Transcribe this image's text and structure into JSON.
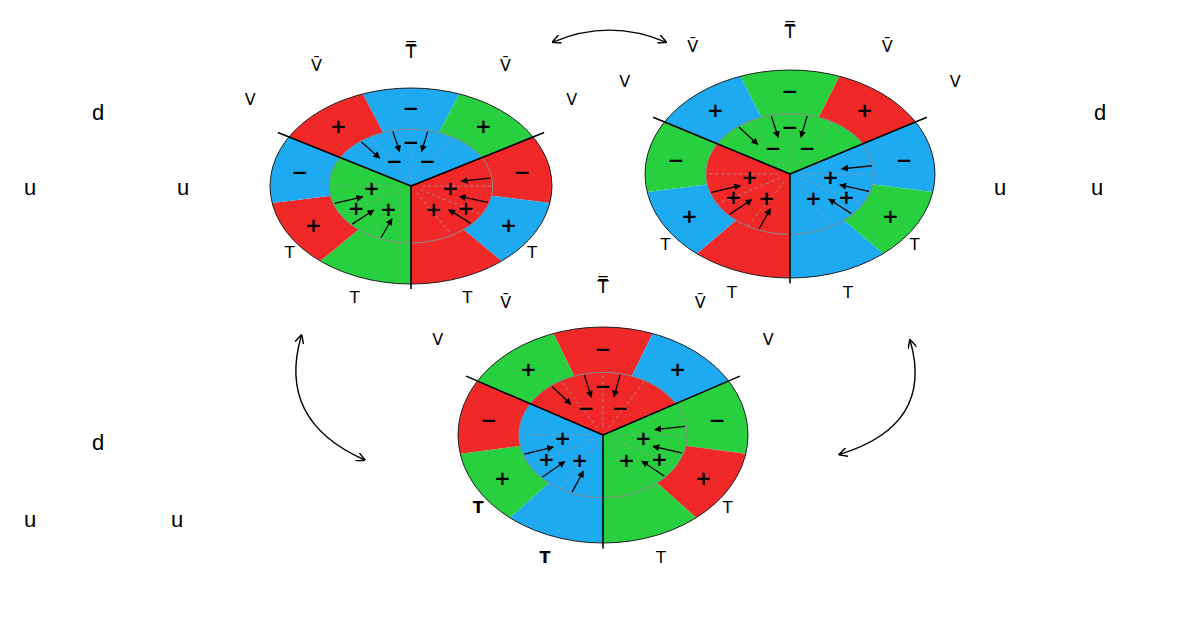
{
  "diagram": {
    "nodes": [
      {
        "text": [
          "−",
          "+",
          "−",
          "+",
          "+",
          "−",
          "+",
          "−",
          "−",
          "−",
          "+",
          "+",
          "+",
          "+",
          "+",
          "+"
        ]
      },
      {
        "text": [
          "−",
          "+",
          "−",
          "+",
          "+",
          "−",
          "+",
          "−",
          "−",
          "−",
          "+",
          "+",
          "+",
          "+",
          "+",
          "+"
        ]
      },
      {
        "text": [
          "−",
          "+",
          "−",
          "+",
          "+",
          "−",
          "+",
          "−",
          "−",
          "−",
          "+",
          "+",
          "+",
          "+",
          "+",
          "+"
        ]
      }
    ],
    "edges": [
      {
        "from": 0,
        "to": 1,
        "arrow": "both"
      },
      {
        "from": 0,
        "to": 2,
        "arrow": "both"
      },
      {
        "from": 1,
        "to": 2,
        "arrow": "both"
      }
    ],
    "labels": [
      "T̿",
      "V̄",
      "V̄",
      "V",
      "V",
      "T",
      "T",
      "T",
      "T",
      "T̿",
      "V̄",
      "V̄",
      "V",
      "V",
      "T",
      "T",
      "T",
      "T",
      "T̿",
      "V̄",
      "V̄",
      "V",
      "V",
      "T",
      "T",
      "T",
      "T",
      "d",
      "u",
      "u",
      "d",
      "u",
      "u",
      "d",
      "u",
      "u"
    ]
  }
}
